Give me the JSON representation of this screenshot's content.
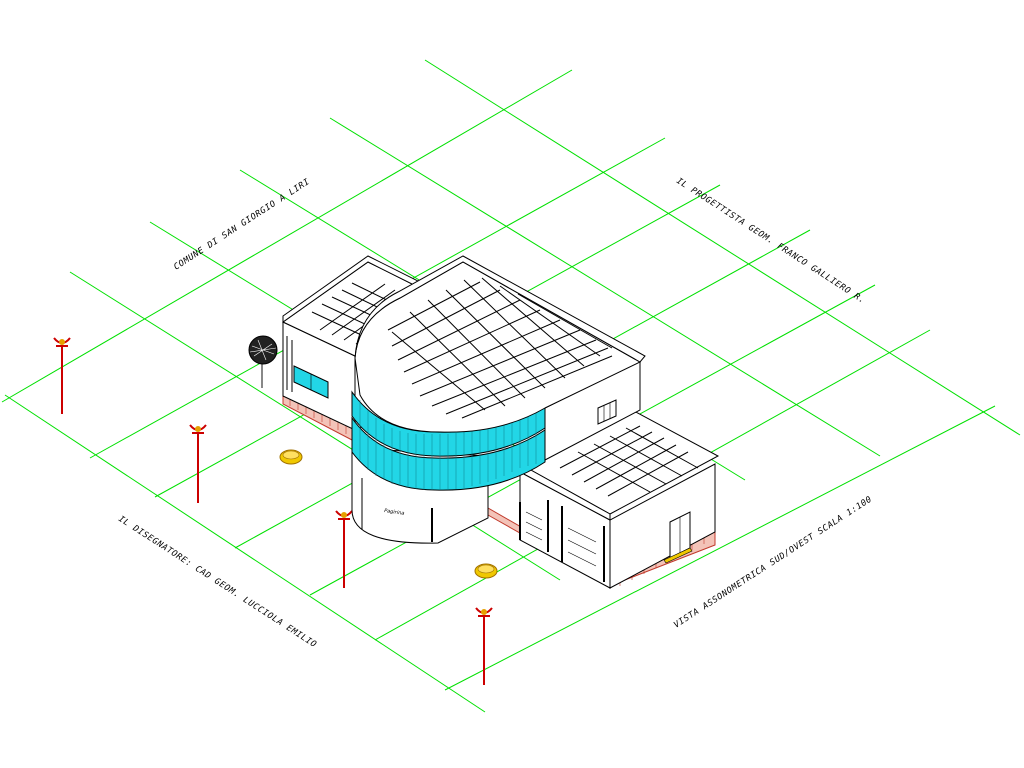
{
  "labels": {
    "top_left": "COMUNE DI SAN GIORGIO A LIRI",
    "top_right": "IL PROGETTISTA GEOM. FRANCO GALLIERO R.",
    "bottom_left": "IL DISEGNATORE: CAD GEOM. LUCCIOLA EMILIO",
    "bottom_right": "VISTA ASSONOMETRICA SUD/OVEST SCALA 1:100"
  },
  "building": {
    "sign_text": "Pagirina"
  },
  "colors": {
    "grid": "#00e000",
    "glass": "#22d6e6",
    "lamp_post": "#cc0000",
    "lamp_head": "#e6a000",
    "paving": "#c0392b",
    "planter": "#f0c800",
    "linework": "#000000"
  }
}
